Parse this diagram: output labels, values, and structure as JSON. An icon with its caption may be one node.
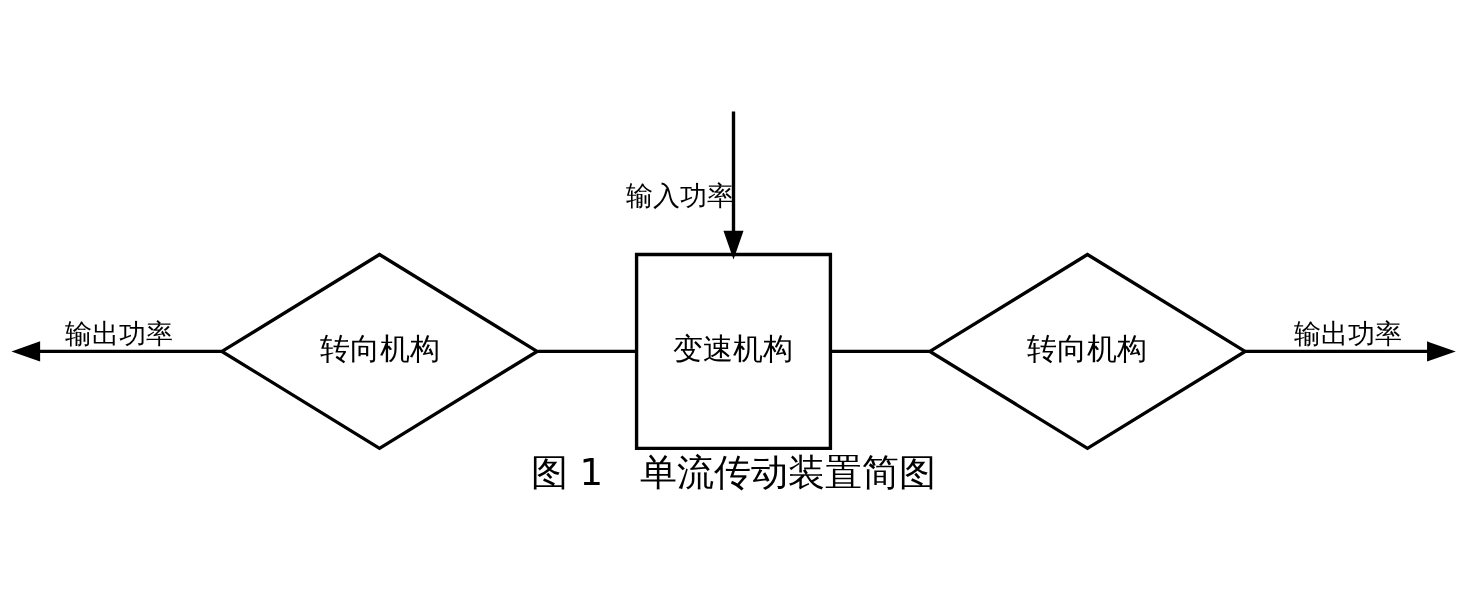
{
  "diagram": {
    "caption": "图 1　单流传动装置简图",
    "nodes": [
      {
        "text": [
          "转向机构"
        ]
      },
      {
        "text": [
          "变速机构"
        ]
      },
      {
        "text": [
          "转向机构"
        ]
      }
    ],
    "edges": [
      {
        "from": null,
        "to": 1,
        "arrow": "to",
        "label": "输入功率"
      },
      {
        "from": 1,
        "to": 0,
        "arrow": "none"
      },
      {
        "from": 1,
        "to": 2,
        "arrow": "none"
      },
      {
        "from": 0,
        "to": null,
        "arrow": "to",
        "label": "输出功率"
      },
      {
        "from": 2,
        "to": null,
        "arrow": "to",
        "label": "输出功率"
      }
    ]
  }
}
